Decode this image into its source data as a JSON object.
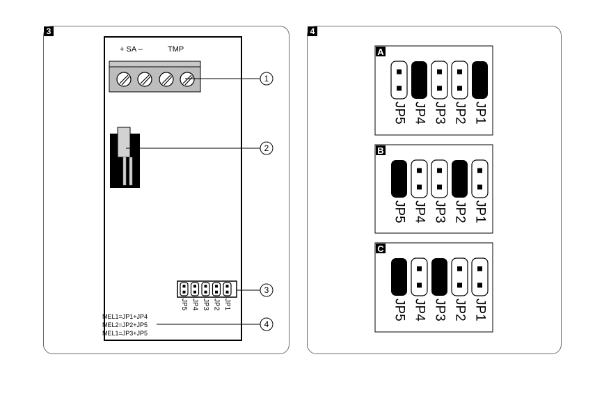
{
  "panels": [
    {
      "number": "3"
    },
    {
      "number": "4"
    }
  ],
  "board": {
    "terminal_labels": {
      "sa": "+ SA –",
      "tmp": "TMP"
    },
    "jumper_labels": [
      "JP5",
      "JP4",
      "JP3",
      "JP2",
      "JP1"
    ],
    "mel_lines": [
      "MEL1=JP1+JP4",
      "MEL2=JP2+JP5",
      "MEL1=JP3+JP5"
    ]
  },
  "callouts": [
    "1",
    "2",
    "3",
    "4"
  ],
  "configs": [
    {
      "letter": "A",
      "closed": [
        false,
        true,
        false,
        false,
        true
      ]
    },
    {
      "letter": "B",
      "closed": [
        true,
        false,
        false,
        true,
        false
      ]
    },
    {
      "letter": "C",
      "closed": [
        true,
        false,
        true,
        false,
        false
      ]
    }
  ]
}
